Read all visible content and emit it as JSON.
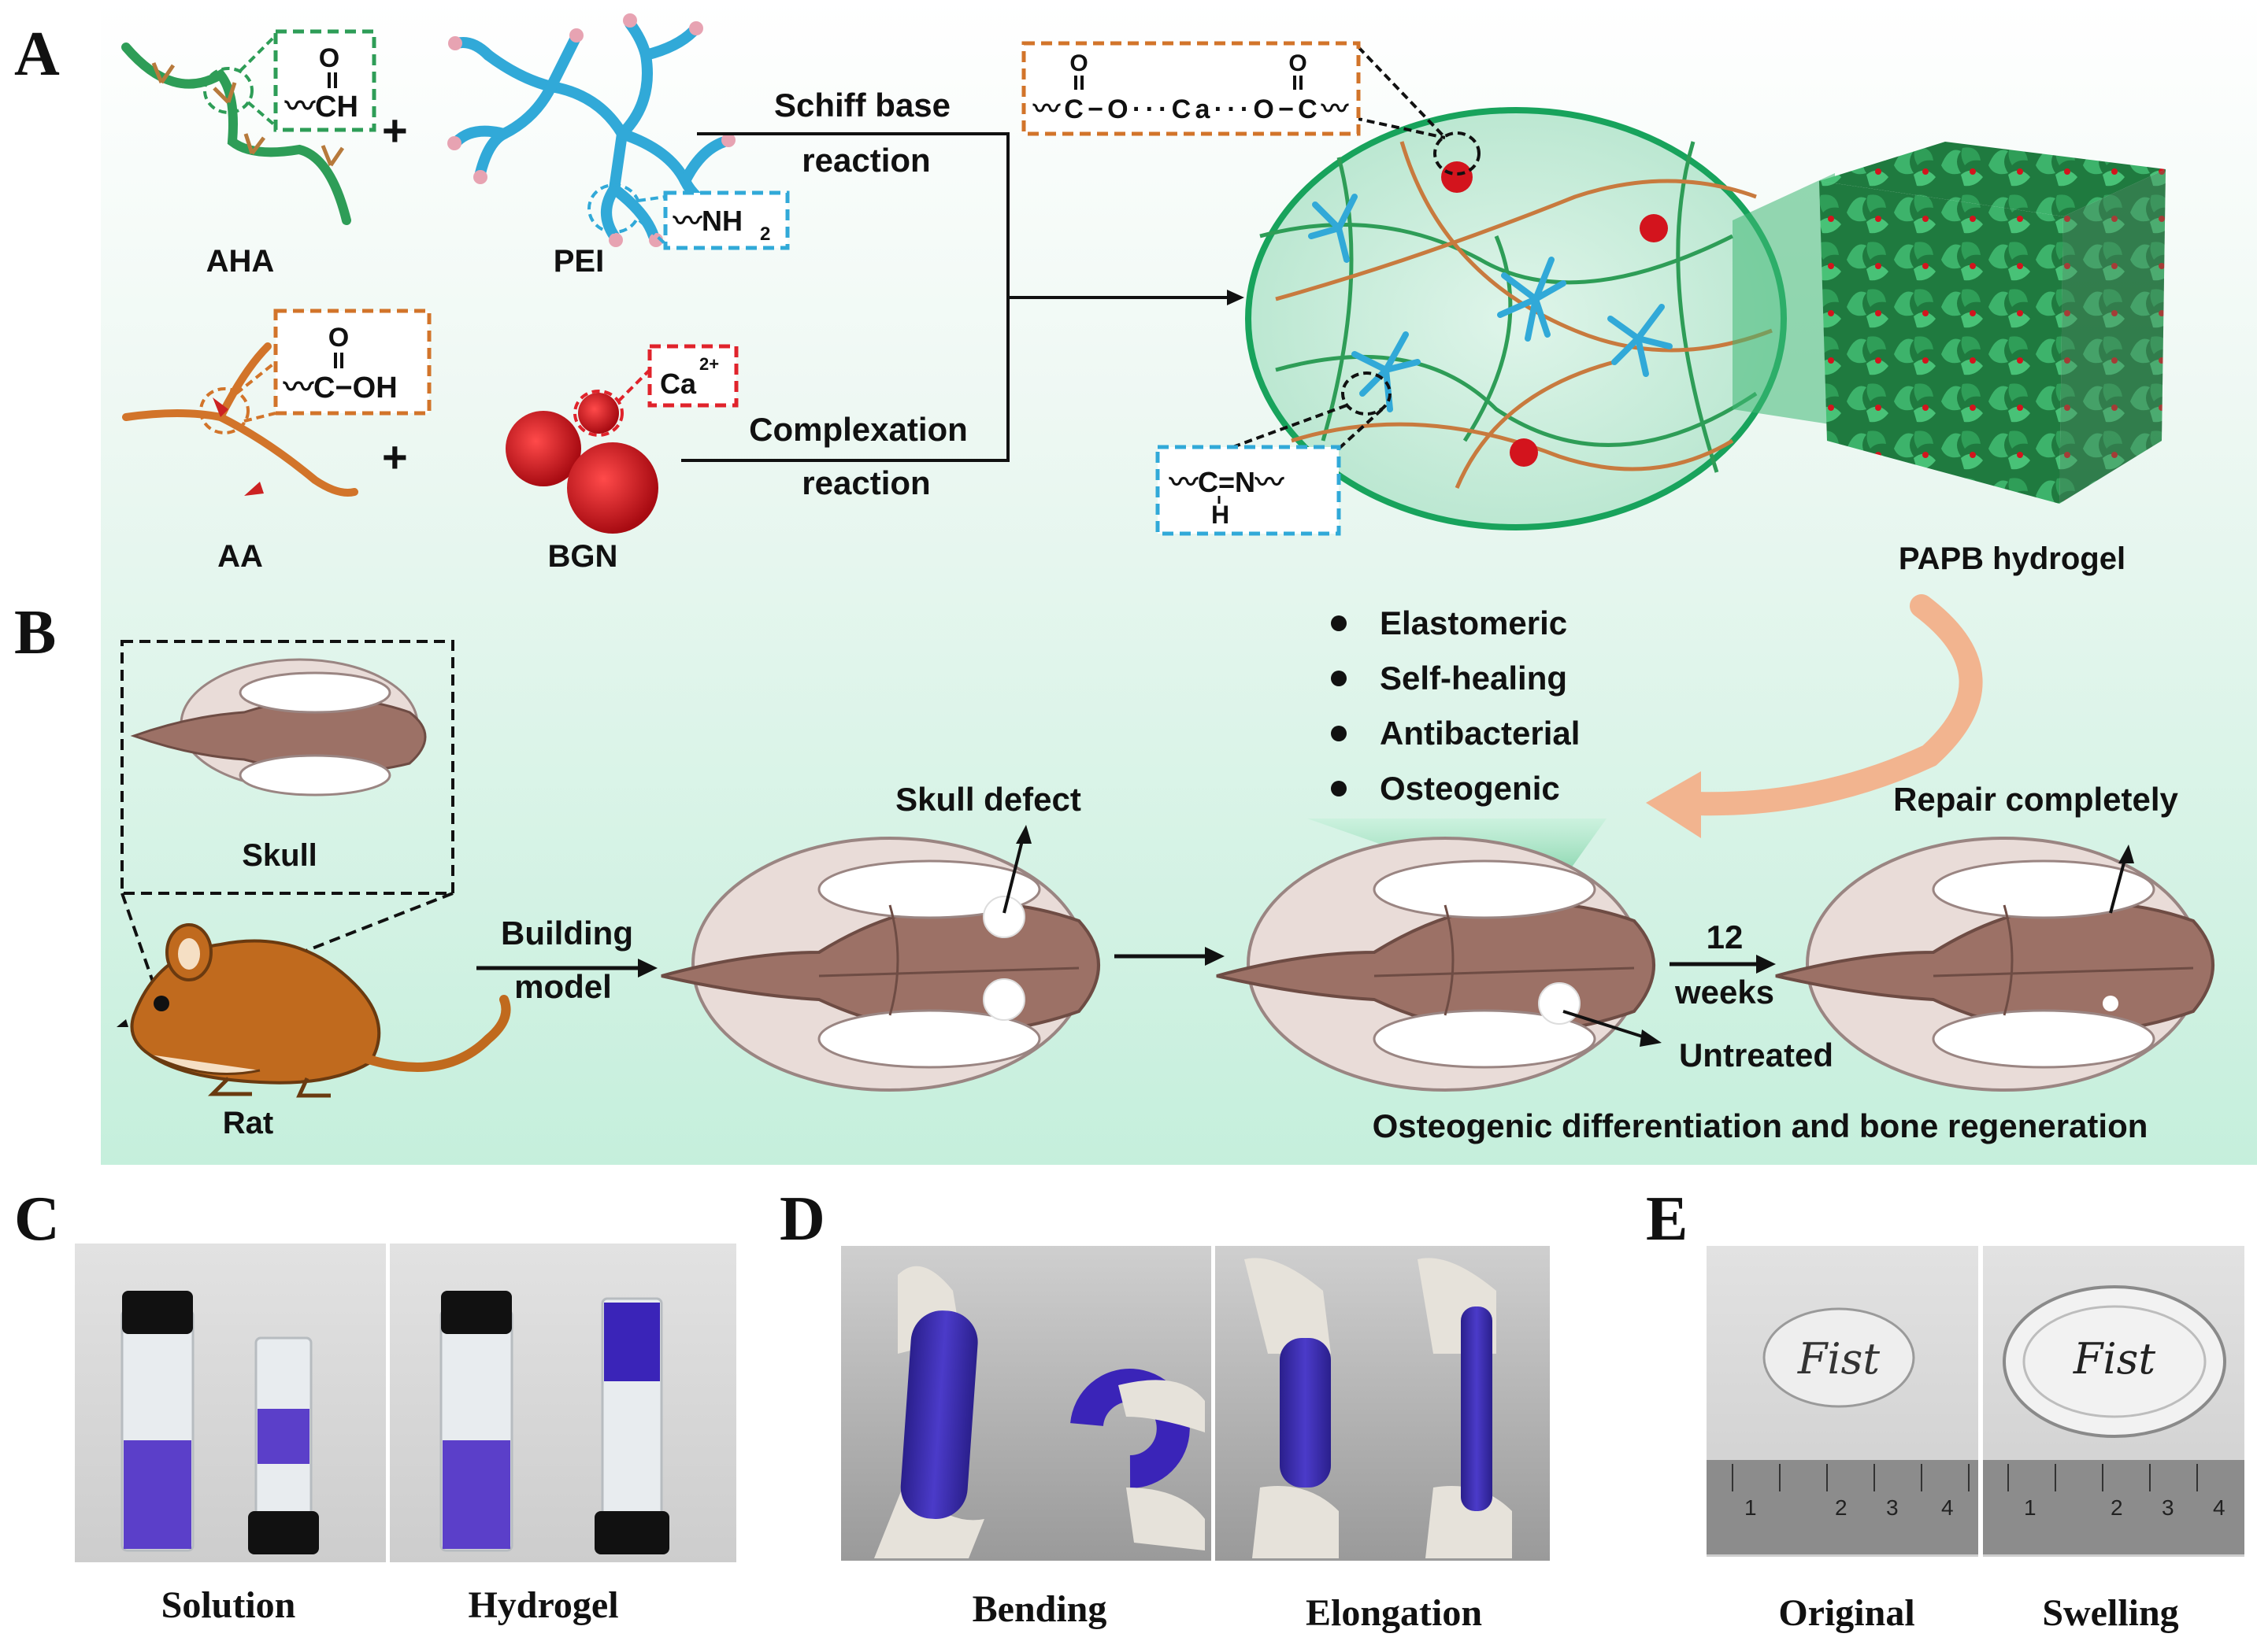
{
  "panels": {
    "A": "A",
    "B": "B",
    "C": "C",
    "D": "D",
    "E": "E"
  },
  "panel_a": {
    "aha_label": "AHA",
    "pei_label": "PEI",
    "aa_label": "AA",
    "bgn_label": "BGN",
    "plus": "+",
    "aldehyde_o": "O",
    "aldehyde_group": "〰CH",
    "amine_group": "〰NH",
    "amine_sub": "2",
    "carboxyl_o": "O",
    "carboxyl_group": "〰C−OH",
    "calcium": "Ca",
    "calcium_charge": "2+",
    "schiff_line1": "Schiff base",
    "schiff_line2": "reaction",
    "complex_line1": "Complexation",
    "complex_line2": "reaction",
    "ca_bridge": "〰C−O···Ca···O−C〰",
    "bridge_o": "O",
    "imine_top": "〰C=N〰",
    "imine_h": "H",
    "hydrogel_label": "PAPB hydrogel"
  },
  "panel_b": {
    "properties": [
      "Elastomeric",
      "Self-healing",
      "Antibacterial",
      "Osteogenic"
    ],
    "skull_label": "Skull",
    "rat_label": "Rat",
    "building_line1": "Building",
    "building_line2": "model",
    "skull_defect": "Skull defect",
    "weeks_line1": "12",
    "weeks_line2": "weeks",
    "untreated": "Untreated",
    "repair": "Repair completely",
    "caption": "Osteogenic differentiation and bone regeneration"
  },
  "panel_c": {
    "label1": "Solution",
    "label2": "Hydrogel"
  },
  "panel_d": {
    "label1": "Bending",
    "label2": "Elongation"
  },
  "panel_e": {
    "label1": "Original",
    "label2": "Swelling",
    "written_word": "Fist",
    "ruler_marks": [
      "1",
      "2",
      "3",
      "4"
    ]
  },
  "colors": {
    "hyaluronic_green": "#2e9d57",
    "pei_blue": "#31a9d8",
    "alginate_orange": "#d2742a",
    "bgn_red": "#c8141c",
    "skull_brown": "#9c7166",
    "rat_orange": "#c06a1e",
    "gel_purple": "#3b2ba6",
    "arrow_peach": "#f2b48f"
  }
}
